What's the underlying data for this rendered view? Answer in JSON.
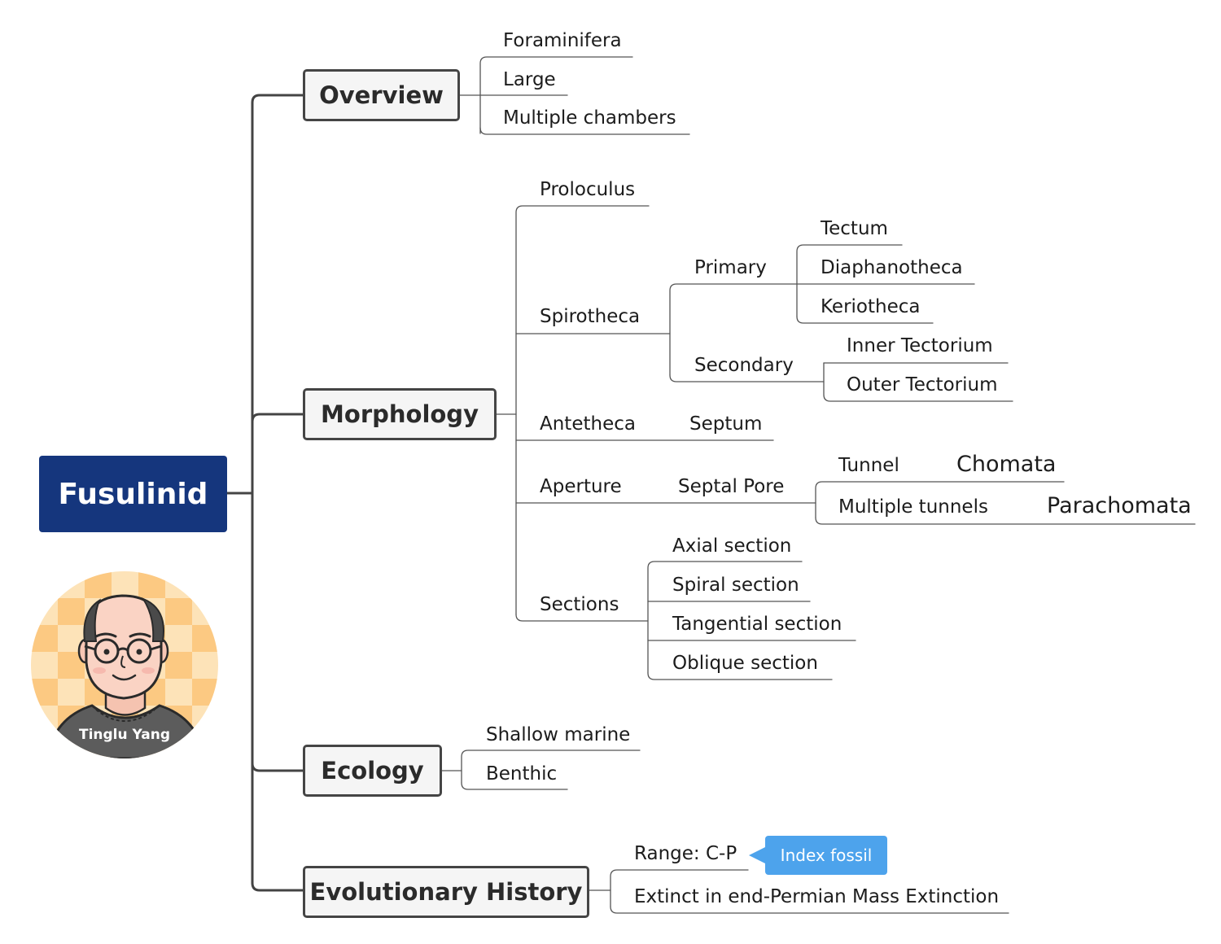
{
  "root": {
    "label": "Fusulinid"
  },
  "author": {
    "name": "Tinglu Yang"
  },
  "branches": {
    "overview": {
      "label": "Overview",
      "items": [
        "Foraminifera",
        "Large",
        "Multiple chambers"
      ]
    },
    "morphology": {
      "label": "Morphology",
      "proloculus": "Proloculus",
      "spirotheca": {
        "label": "Spirotheca",
        "primary": {
          "label": "Primary",
          "items": [
            "Tectum",
            "Diaphanotheca",
            "Keriotheca"
          ]
        },
        "secondary": {
          "label": "Secondary",
          "items": [
            "Inner Tectorium",
            "Outer Tectorium"
          ]
        }
      },
      "antetheca": {
        "label": "Antetheca",
        "child": "Septum"
      },
      "aperture": {
        "label": "Aperture",
        "septal_pore": "Septal Pore",
        "tunnel": {
          "label": "Tunnel",
          "child": "Chomata"
        },
        "multiple_tunnels": {
          "label": "Multiple tunnels",
          "child": "Parachomata"
        }
      },
      "sections": {
        "label": "Sections",
        "items": [
          "Axial section",
          "Spiral section",
          "Tangential section",
          "Oblique section"
        ]
      }
    },
    "ecology": {
      "label": "Ecology",
      "items": [
        "Shallow marine",
        "Benthic"
      ]
    },
    "evolution": {
      "label": "Evolutionary History",
      "range": "Range: C-P",
      "callout": "Index fossil",
      "extinction": "Extinct in end-Permian Mass Extinction"
    }
  },
  "colors": {
    "root_fill": "#15367d",
    "branch_border": "#454545",
    "branch_fill": "#f5f5f5",
    "callout_fill": "#4da3ec",
    "avatar_bg": "#fdd9a3"
  }
}
